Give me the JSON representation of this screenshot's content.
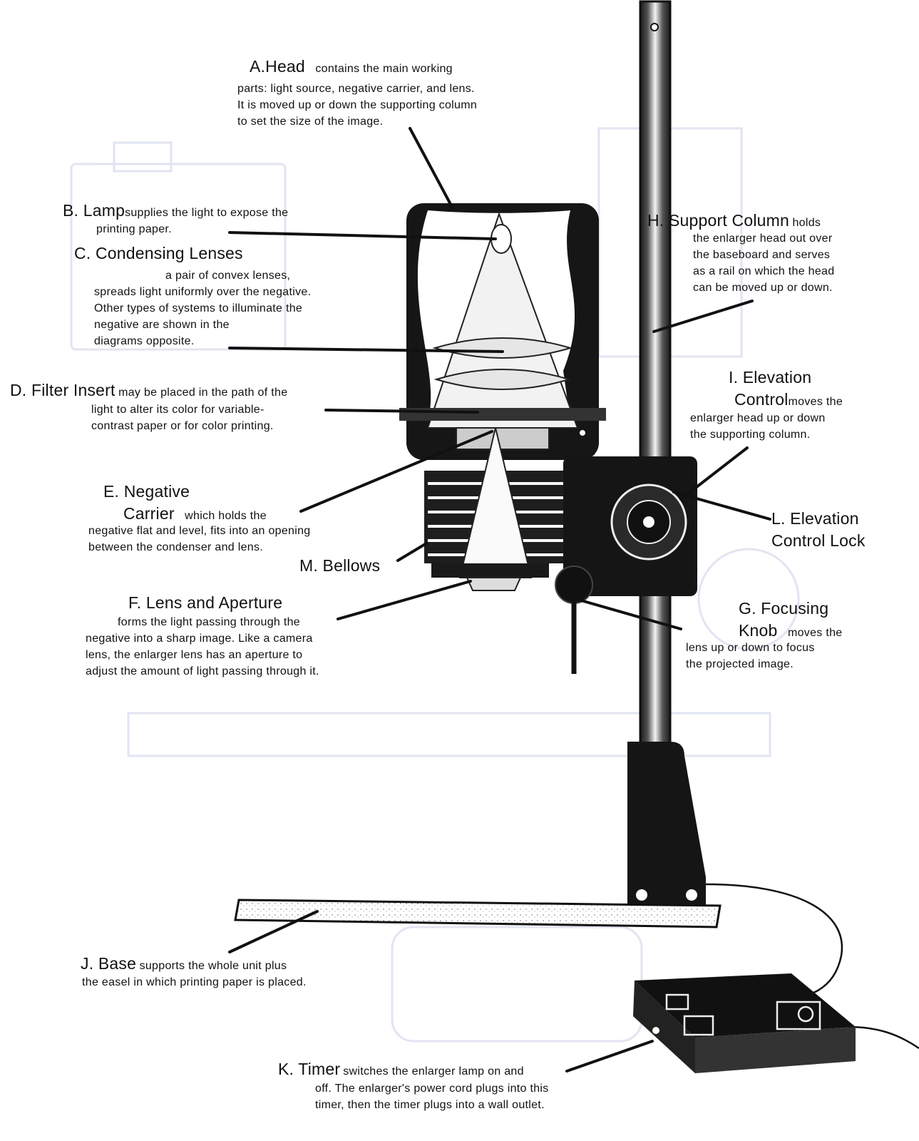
{
  "labels": {
    "head": {
      "title": "A.Head",
      "desc": [
        "contains the main working",
        "parts: light source, negative carrier, and lens.",
        "It is moved up or down the supporting column",
        "to set the size of the image."
      ]
    },
    "lamp": {
      "title": "B. Lamp",
      "desc": [
        "supplies the light to expose the",
        "printing paper."
      ]
    },
    "condensing": {
      "title": "C. Condensing Lenses",
      "desc": [
        "a pair of convex lenses,",
        "spreads light uniformly over the negative.",
        "Other types of systems to illuminate the",
        "negative are shown in the",
        "diagrams opposite."
      ]
    },
    "filter": {
      "title": "D. Filter Insert",
      "desc": [
        "may be placed in the path of the",
        "light to alter its color for variable-",
        "contrast paper or for color printing."
      ]
    },
    "negative": {
      "title1": "E. Negative",
      "title2": "Carrier",
      "desc": [
        "which holds the",
        "negative flat and level, fits into an opening",
        "between the condenser and lens."
      ]
    },
    "bellows": {
      "title": "M. Bellows"
    },
    "lens": {
      "title": "F. Lens and Aperture",
      "desc": [
        "forms the light passing through the",
        "negative into a sharp image. Like a camera",
        "lens, the enlarger lens has an aperture to",
        "adjust the amount of light passing through it."
      ]
    },
    "support": {
      "title": "H. Support Column",
      "desc": [
        "holds",
        "the enlarger head out over",
        "the baseboard and serves",
        "as a rail on which the head",
        "can be moved up or down."
      ]
    },
    "elevation": {
      "title1": "I. Elevation",
      "title2": "Control",
      "desc": [
        "moves the",
        "enlarger head up or down",
        "the supporting column."
      ]
    },
    "lock": {
      "title1": "L. Elevation",
      "title2": "Control Lock"
    },
    "focus": {
      "title1": "G. Focusing",
      "title2": "Knob",
      "desc": [
        "moves the",
        "lens up or down to focus",
        "the projected image."
      ]
    },
    "base": {
      "title": "J. Base",
      "desc": [
        "supports the whole unit plus",
        "the easel in which printing paper is placed."
      ]
    },
    "timer": {
      "title": "K. Timer",
      "desc": [
        "switches the enlarger lamp on and",
        "off. The enlarger's power cord plugs into this",
        "timer, then the timer plugs into a wall outlet."
      ]
    }
  }
}
